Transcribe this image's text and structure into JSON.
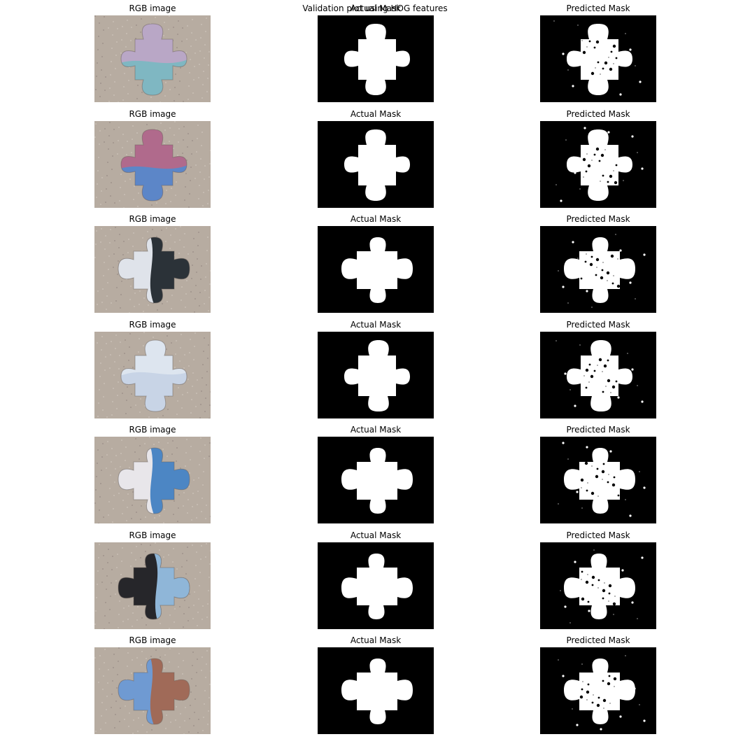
{
  "figure": {
    "suptitle": "Validation plot using HOG features",
    "column_titles": [
      "RGB image",
      "Actual Mask",
      "Predicted Mask"
    ],
    "rows": [
      {
        "photo_colors": [
          "#b9a7c6",
          "#7fb7c2"
        ],
        "piece_rotation": 0
      },
      {
        "photo_colors": [
          "#b06a8c",
          "#5c86c8"
        ],
        "piece_rotation": 0
      },
      {
        "photo_colors": [
          "#2b3238",
          "#dfe3ea"
        ],
        "piece_rotation": 90
      },
      {
        "photo_colors": [
          "#c8d4e6",
          "#dde5ef"
        ],
        "piece_rotation": 180
      },
      {
        "photo_colors": [
          "#4c86c4",
          "#e8e6ea"
        ],
        "piece_rotation": 90
      },
      {
        "photo_colors": [
          "#26262a",
          "#8fb6d8"
        ],
        "piece_rotation": 270
      },
      {
        "photo_colors": [
          "#a06a58",
          "#6f9ad2"
        ],
        "piece_rotation": 90
      }
    ]
  }
}
